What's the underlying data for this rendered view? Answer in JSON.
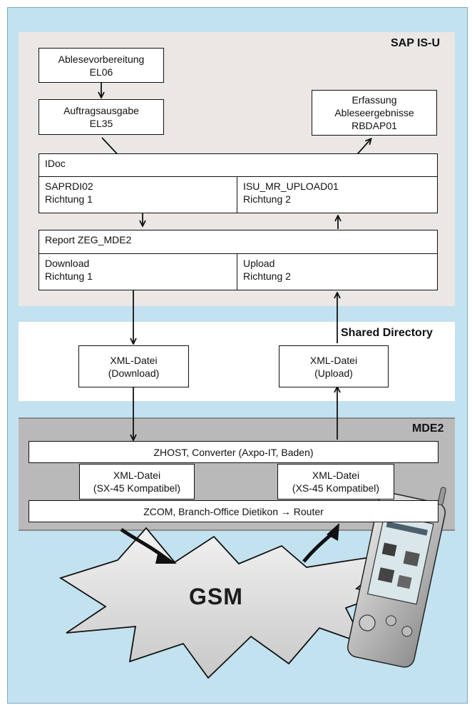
{
  "sections": {
    "sap": "SAP IS-U",
    "shared": "Shared Directory",
    "mde": "MDE2"
  },
  "sap": {
    "ablesevorbereitung": {
      "line1": "Ablesevorbereitung",
      "line2": "EL06"
    },
    "auftragsausgabe": {
      "line1": "Auftragsausgabe",
      "line2": "EL35"
    },
    "erfassung": {
      "line1": "Erfassung",
      "line2": "Ableseergebnisse",
      "line3": "RBDAP01"
    },
    "idoc": {
      "header": "IDoc",
      "left": {
        "line1": "SAPRDI02",
        "line2": "Richtung 1"
      },
      "right": {
        "line1": "ISU_MR_UPLOAD01",
        "line2": "Richtung 2"
      }
    },
    "report": {
      "header": "Report ZEG_MDE2",
      "left": {
        "line1": "Download",
        "line2": "Richtung 1"
      },
      "right": {
        "line1": "Upload",
        "line2": "Richtung 2"
      }
    }
  },
  "shared": {
    "download": {
      "line1": "XML-Datei",
      "line2": "(Download)"
    },
    "upload": {
      "line1": "XML-Datei",
      "line2": "(Upload)"
    }
  },
  "mde": {
    "zhost": "ZHOST, Converter (Axpo-IT, Baden)",
    "left": {
      "line1": "XML-Datei",
      "line2": "(SX-45 Kompatibel)"
    },
    "right": {
      "line1": "XML-Datei",
      "line2": "(XS-45 Kompatibel)"
    },
    "zcom": "ZCOM, Branch-Office Dietikon → Router"
  },
  "gsm": "GSM",
  "icons": {
    "device": "pda-device-icon",
    "cloud": "gsm-cloud-icon"
  }
}
